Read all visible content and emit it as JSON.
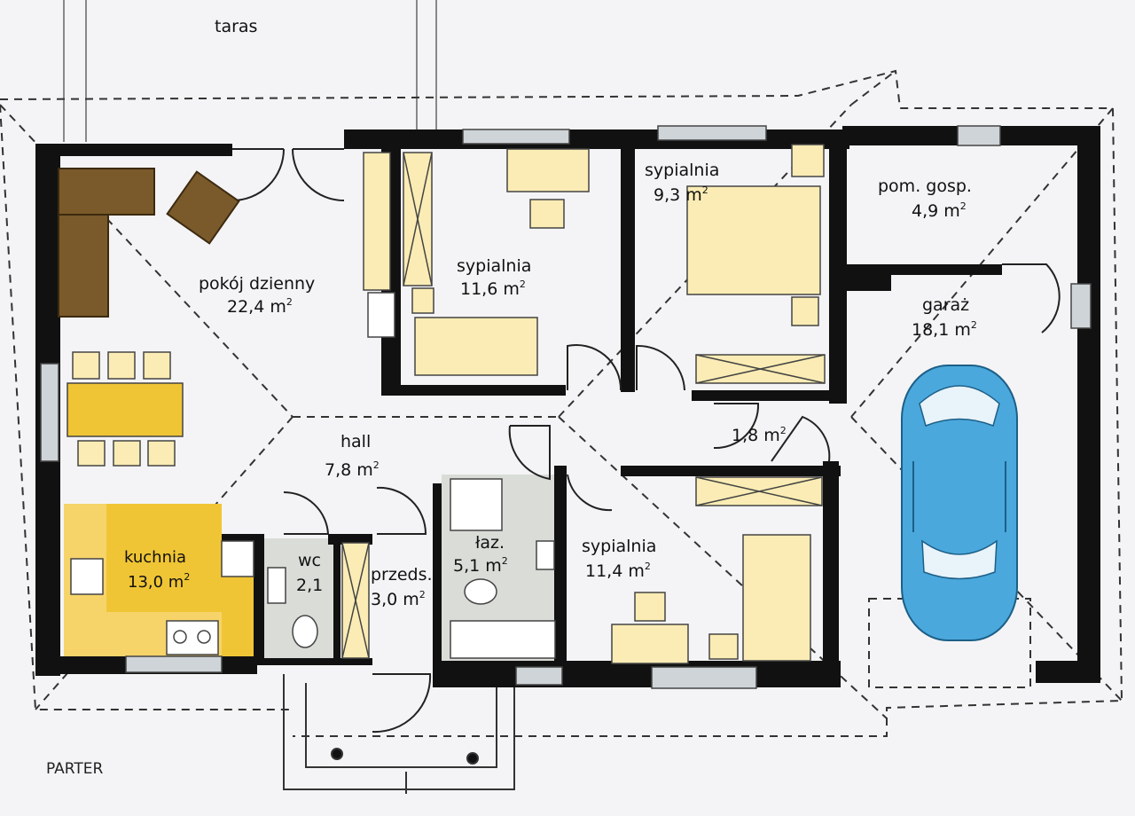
{
  "plan": {
    "caption": "PARTER",
    "terrace_label": "taras",
    "unit_superscript": "2",
    "colors": {
      "wall": "#111111",
      "kitchen": "#f0c535",
      "bathroom": "#d9dcd7",
      "furniture_fill": "#faecb4",
      "sofa": "#7a5a2a",
      "car": "#4aa8dc",
      "window": "#cfd4d8"
    },
    "rooms": [
      {
        "id": "living",
        "name": "pokój dzienny",
        "area": "22,4 m"
      },
      {
        "id": "bedroom1",
        "name": "sypialnia",
        "area": "11,6 m"
      },
      {
        "id": "bedroom2",
        "name": "sypialnia",
        "area": "9,3 m"
      },
      {
        "id": "utility",
        "name": "pom. gosp.",
        "area": "4,9 m"
      },
      {
        "id": "garage",
        "name": "garaż",
        "area": "18,1 m"
      },
      {
        "id": "hall",
        "name": "hall",
        "area": "7,8 m"
      },
      {
        "id": "corridor",
        "name": "",
        "area": "1,8 m"
      },
      {
        "id": "kitchen",
        "name": "kuchnia",
        "area": "13,0 m"
      },
      {
        "id": "wc",
        "name": "wc",
        "area": "2,1"
      },
      {
        "id": "vestibule",
        "name": "przeds.",
        "area": "3,0 m"
      },
      {
        "id": "bathroom",
        "name": "łaz.",
        "area": "5,1 m"
      },
      {
        "id": "bedroom3",
        "name": "sypialnia",
        "area": "11,4 m"
      }
    ]
  }
}
